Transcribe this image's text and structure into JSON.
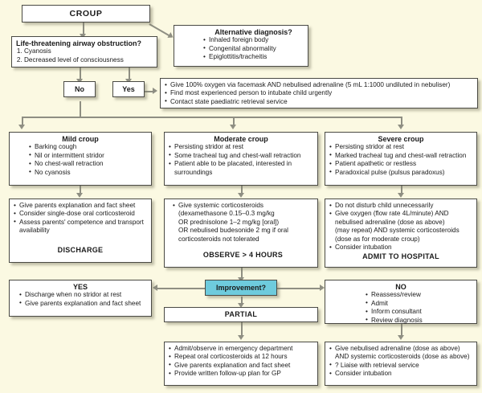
{
  "page": {
    "title": "Croup management flowchart",
    "background_color": "#fbf9e2",
    "box_fill": "#ffffff",
    "accent_color": "#6ecbdd",
    "line_color": "#8f8f83",
    "border_color": "#4a4a44"
  },
  "nodes": {
    "croup": {
      "title": "CROUP"
    },
    "life_threatening": {
      "title": "Life-threatening airway obstruction?",
      "items": [
        "Cyanosis",
        "Decreased level of consciousness"
      ]
    },
    "alternative_diagnosis": {
      "title": "Alternative diagnosis?",
      "items": [
        "Inhaled foreign body",
        "Congenital abnormality",
        "Epiglottitis/tracheitis"
      ]
    },
    "decision_no": {
      "label": "No"
    },
    "decision_yes": {
      "label": "Yes"
    },
    "emergency_actions": {
      "items": [
        "Give 100% oxygen via facemask AND nebulised adrenaline (5 mL 1:1000 undiluted in nebuliser)",
        "Find most experienced person to intubate child urgently",
        "Contact state paediatric retrieval service"
      ]
    },
    "mild_croup": {
      "title": "Mild croup",
      "items": [
        "Barking cough",
        "Nil or intermittent stridor",
        "No chest-wall retraction",
        "No cyanosis"
      ]
    },
    "moderate_croup": {
      "title": "Moderate croup",
      "items": [
        "Persisting stridor at rest",
        "Some tracheal tug and chest-wall retraction",
        "Patient able to be placated, interested in surroundings"
      ]
    },
    "severe_croup": {
      "title": "Severe croup",
      "items": [
        "Persisting stridor at rest",
        "Marked tracheal tug and chest-wall retraction",
        "Patient apathetic or restless",
        "Paradoxical pulse (pulsus paradoxus)"
      ]
    },
    "mild_treatment": {
      "items": [
        "Give parents explanation and fact sheet",
        "Consider single-dose oral corticosteroid",
        "Assess parents' competence and transport availability"
      ],
      "outcome": "DISCHARGE"
    },
    "moderate_treatment": {
      "items": [
        "Give systemic corticosteroids (dexamethasone 0.15–0.3 mg/kg OR prednisolone 1–2 mg/kg [oral]) OR nebulised budesonide 2 mg if oral corticosteroids not tolerated"
      ],
      "lines": [
        "Give systemic corticosteroids",
        "(dexamethasone 0.15–0.3 mg/kg",
        "OR prednisolone 1–2 mg/kg [oral])",
        "OR nebulised budesonide 2 mg if oral",
        "corticosteroids not tolerated"
      ],
      "outcome": "OBSERVE > 4 HOURS"
    },
    "severe_treatment": {
      "items": [
        "Do not disturb child unnecessarily",
        "Give oxygen (flow rate 4L/minute) AND nebulised adrenaline (dose as above) (may repeat) AND systemic corticosteroids (dose as for moderate croup)",
        "Consider intubation"
      ],
      "lines": [
        "Do not disturb child unnecessarily",
        "Give oxygen (flow rate 4L/minute) AND",
        "nebulised adrenaline (dose as above)",
        "(may repeat) AND systemic corticosteroids",
        "(dose as for moderate croup)",
        "Consider intubation"
      ],
      "outcome": "ADMIT TO HOSPITAL"
    },
    "improvement": {
      "label": "Improvement?"
    },
    "improvement_yes": {
      "title": "YES",
      "items": [
        "Discharge when no stridor at rest",
        "Give parents explanation and fact sheet"
      ]
    },
    "improvement_no": {
      "title": "NO",
      "items": [
        "Reassess/review",
        "Admit",
        "Inform consultant",
        "Review diagnosis"
      ]
    },
    "improvement_partial": {
      "label": "PARTIAL"
    },
    "partial_actions": {
      "items": [
        "Admit/observe in emergency department",
        "Repeat oral corticosteroids at 12 hours",
        "Give parents explanation and fact sheet",
        "Provide written follow-up plan for GP"
      ]
    },
    "no_actions": {
      "items": [
        "Give nebulised adrenaline (dose as above) AND systemic corticosteroids (dose as above)",
        "? Liaise with retrieval service",
        "Consider intubation"
      ],
      "lines": [
        "Give nebulised adrenaline (dose as above)",
        "AND systemic corticosteroids (dose as above)",
        "? Liaise with retrieval service",
        "Consider intubation"
      ]
    }
  }
}
